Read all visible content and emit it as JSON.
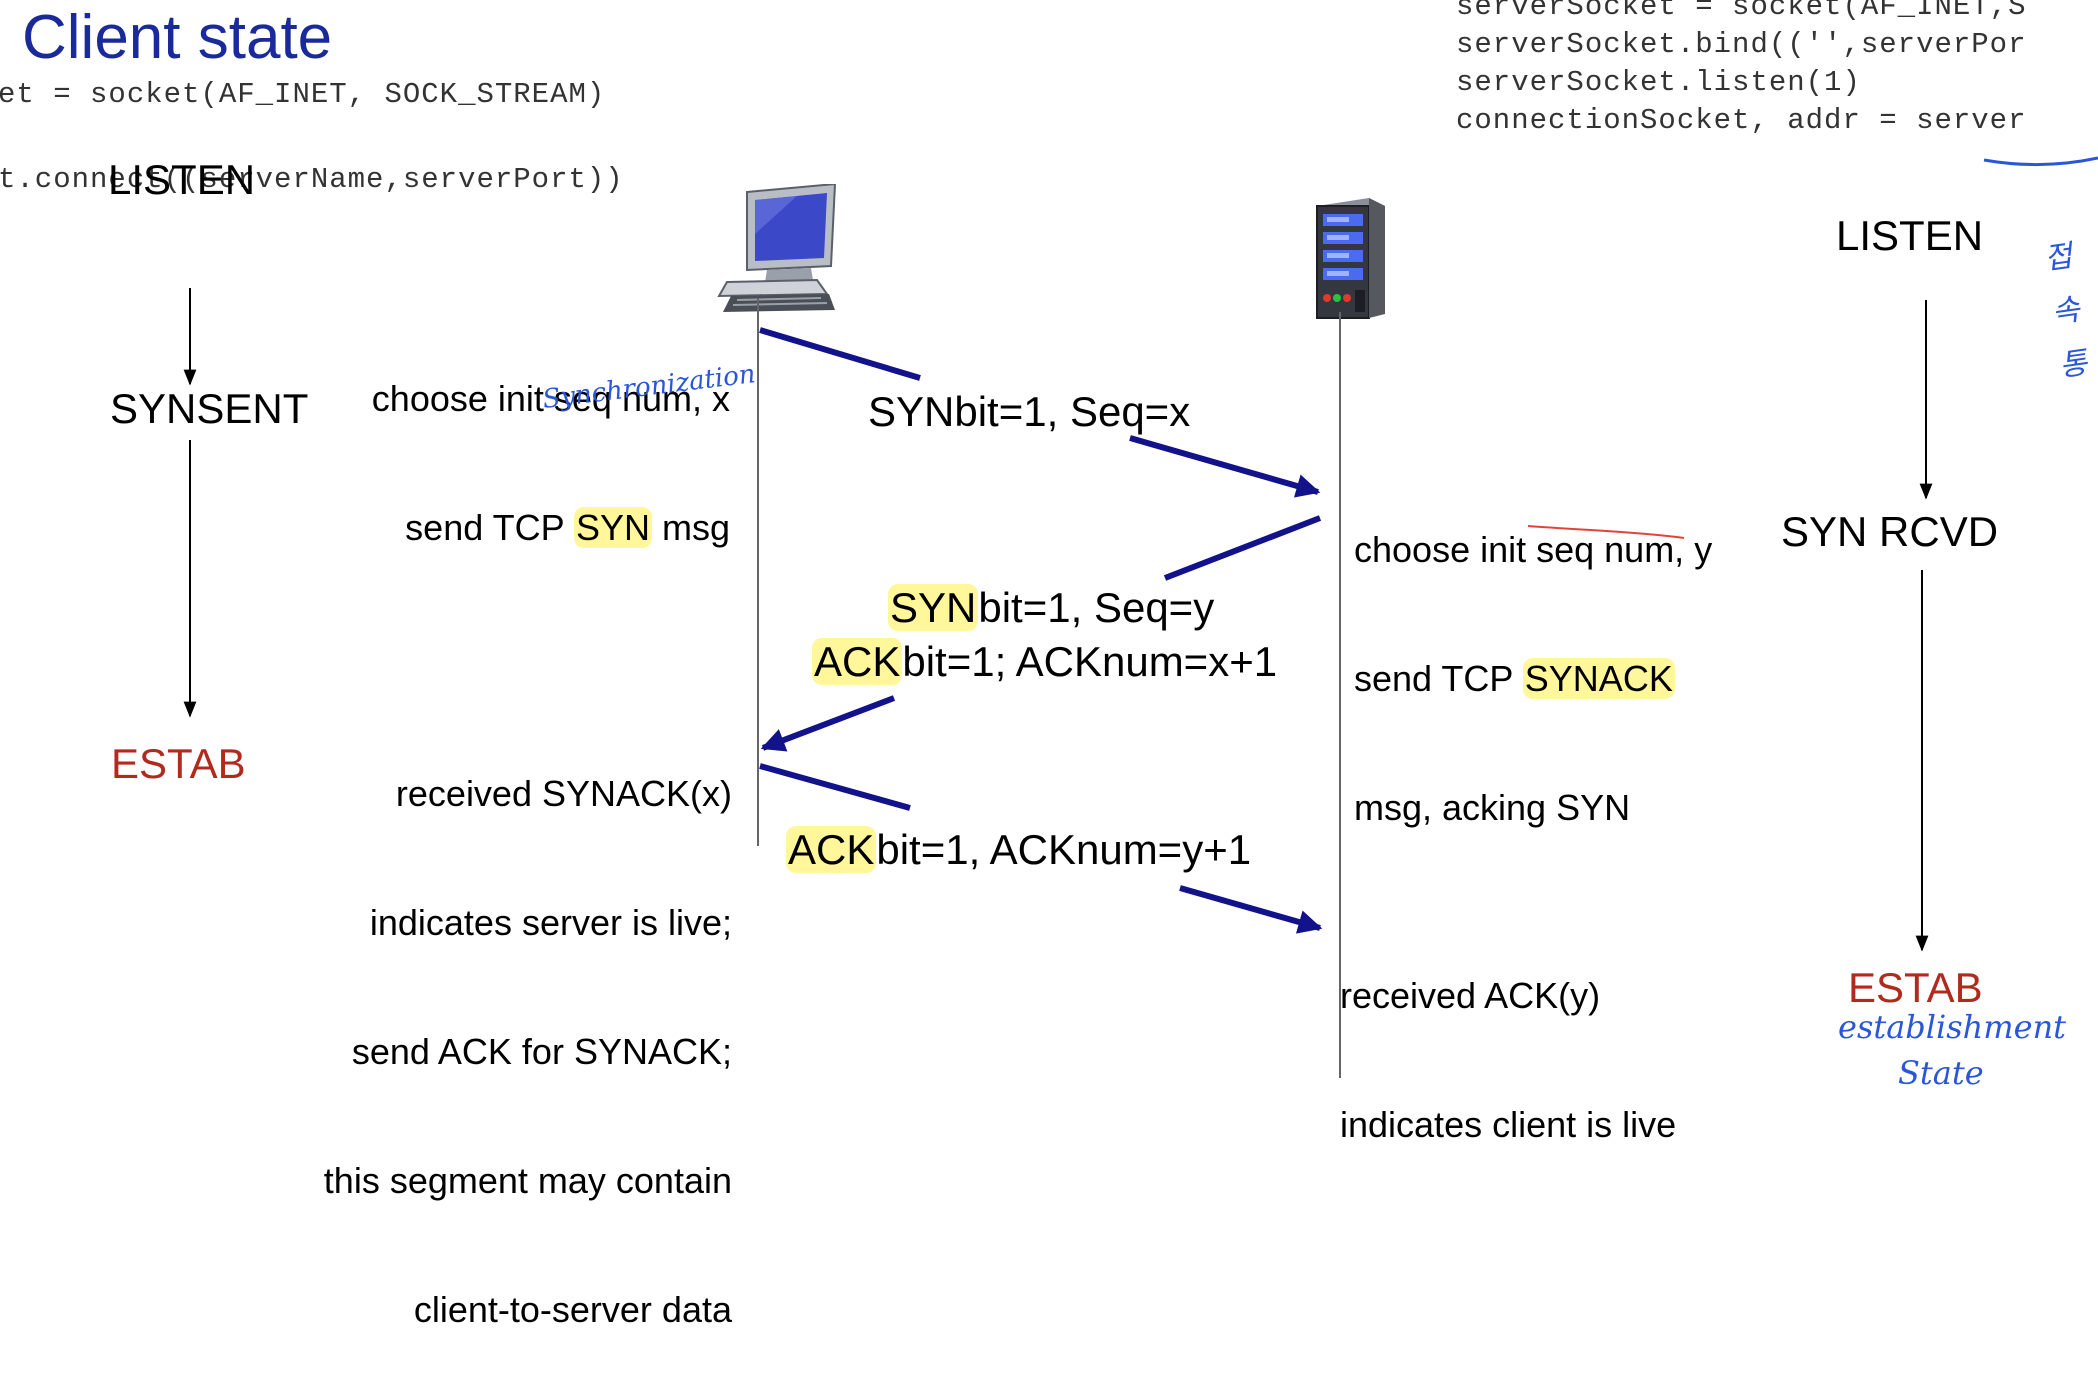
{
  "title": "Client state",
  "client_code": {
    "line1": "et = socket(AF_INET, SOCK_STREAM)",
    "line2": "t.connect((serverName,serverPort))"
  },
  "server_code": {
    "line1": "serverSocket = socket(AF_INET,S",
    "line2": "serverSocket.bind(('',serverPor",
    "line3": "serverSocket.listen(1)",
    "line4": "connectionSocket, addr = server"
  },
  "client_states": {
    "listen": "LISTEN",
    "synsent": "SYNSENT",
    "estab": "ESTAB"
  },
  "server_states": {
    "listen": "LISTEN",
    "synrcvd": "SYN RCVD",
    "estab": "ESTAB"
  },
  "client_notes": {
    "step1_line1": "choose init seq num, x",
    "step1_line2_pre": "send TCP ",
    "step1_line2_hl": "SYN",
    "step1_line2_post": " msg",
    "step3_line1": "received SYNACK(x)",
    "step3_line2": "indicates server is live;",
    "step3_line3": "send ACK for SYNACK;",
    "step3_line4": "this segment may contain",
    "step3_line5": "client-to-server data"
  },
  "server_notes": {
    "step2_line1": "choose init seq num, y",
    "step2_line2_pre": "send TCP ",
    "step2_line2_hl": "SYNACK",
    "step2_line3": "msg, acking SYN",
    "step4_line1": "received ACK(y)",
    "step4_line2": "indicates client is live"
  },
  "messages": {
    "syn": "SYNbit=1, Seq=x",
    "synack_line1_hl": "SYN",
    "synack_line1_rest": "bit=1, Seq=y",
    "synack_line2_hl": "ACK",
    "synack_line2_rest": "bit=1; ACKnum=x+1",
    "ack_hl": "ACK",
    "ack_rest": "bit=1, ACKnum=y+1"
  },
  "handwriting": {
    "synchronization": "Synchronization",
    "establishment_line1": "establishment",
    "establishment_line2": "State",
    "korean_margin": "접속 통"
  },
  "colors": {
    "title": "#1a2a9a",
    "arrow": "#12128a",
    "estab": "#b02a1e",
    "highlight": "#fff046",
    "handwriting": "#2a56d8",
    "underline_red": "#e0443a"
  },
  "icons": {
    "client": "desktop-computer-icon",
    "server": "server-tower-icon"
  }
}
